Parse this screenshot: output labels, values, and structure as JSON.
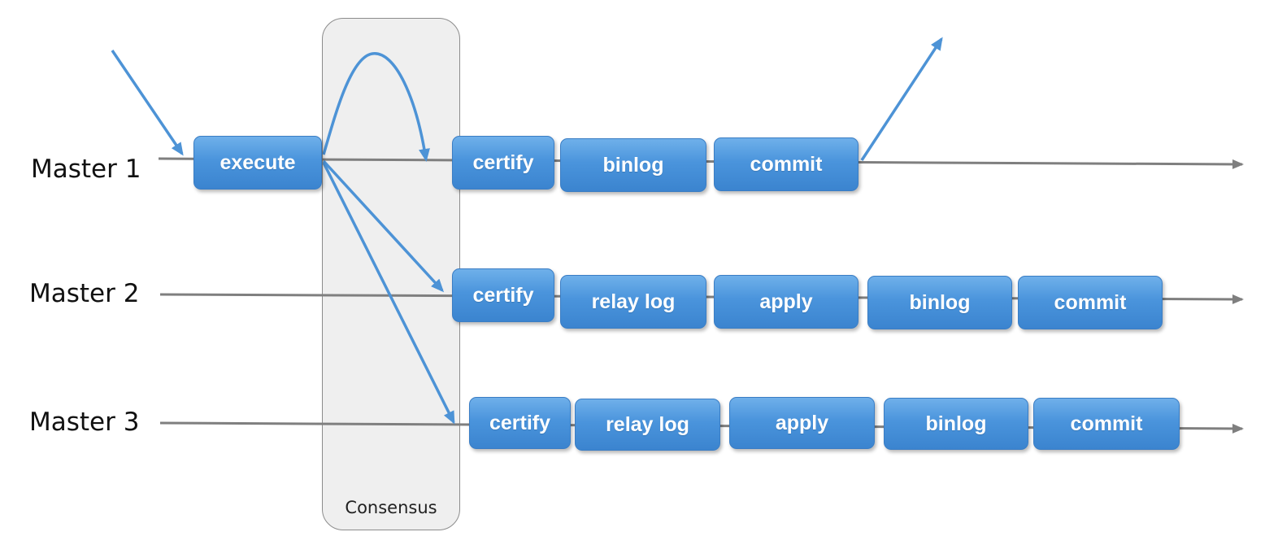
{
  "diagram": {
    "consensus_label": "Consensus",
    "rows": [
      {
        "label": "Master 1",
        "steps": [
          "execute",
          "certify",
          "binlog",
          "commit"
        ]
      },
      {
        "label": "Master 2",
        "steps": [
          "certify",
          "relay log",
          "apply",
          "binlog",
          "commit"
        ]
      },
      {
        "label": "Master 3",
        "steps": [
          "certify",
          "relay log",
          "apply",
          "binlog",
          "commit"
        ]
      }
    ],
    "colors": {
      "step_fill": "#4a94dc",
      "arrow": "#4d93d6",
      "timeline": "#7f7f7f"
    }
  }
}
